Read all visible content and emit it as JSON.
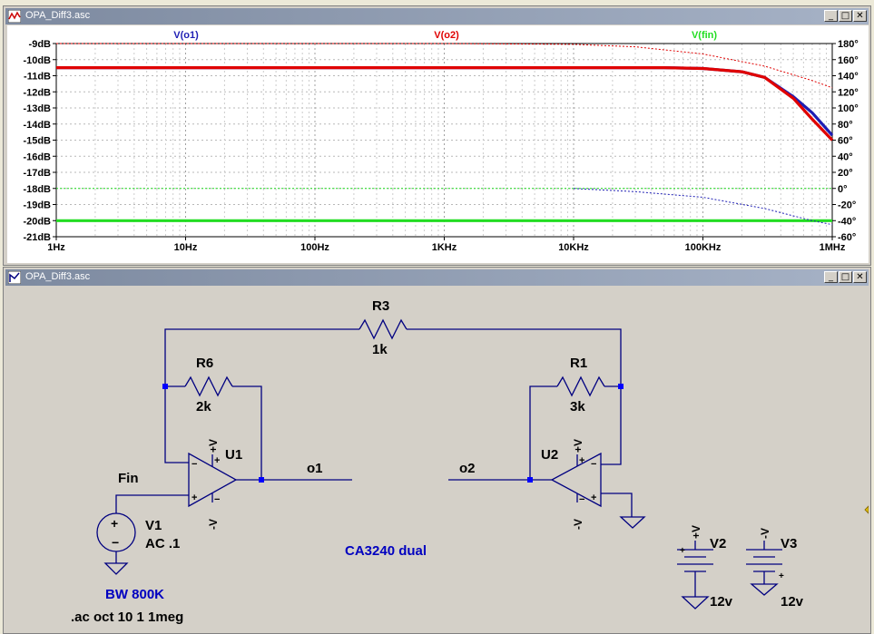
{
  "plot_window": {
    "title": "OPA_Diff3.asc",
    "controls": {
      "minimize": "_",
      "maximize": "□",
      "close": "✕"
    }
  },
  "schematic_window": {
    "title": "OPA_Diff3.asc",
    "controls": {
      "minimize": "_",
      "maximize": "□",
      "close": "✕"
    }
  },
  "chart_data": {
    "type": "line",
    "x_scale": "log",
    "xlim": [
      1,
      1000000
    ],
    "x_ticks": [
      "1Hz",
      "10Hz",
      "100Hz",
      "1KHz",
      "10KHz",
      "100KHz",
      "1MHz"
    ],
    "y_left_ticks": [
      "-9dB",
      "-10dB",
      "-11dB",
      "-12dB",
      "-13dB",
      "-14dB",
      "-15dB",
      "-16dB",
      "-17dB",
      "-18dB",
      "-19dB",
      "-20dB",
      "-21dB"
    ],
    "y_right_ticks": [
      "180°",
      "160°",
      "140°",
      "120°",
      "100°",
      "80°",
      "60°",
      "40°",
      "20°",
      "0°",
      "-20°",
      "-40°",
      "-60°"
    ],
    "ylim_left": [
      -21,
      -9
    ],
    "ylim_right": [
      -60,
      180
    ],
    "grid": true,
    "legend_placement": "top",
    "series": [
      {
        "name": "V(o1)",
        "color": "#1e1eb4",
        "x": [
          1,
          10,
          100,
          1000,
          10000,
          50000,
          100000,
          200000,
          300000,
          500000,
          700000,
          1000000
        ],
        "magnitude_db": [
          -10.5,
          -10.5,
          -10.5,
          -10.5,
          -10.5,
          -10.5,
          -10.55,
          -10.75,
          -11.1,
          -12.3,
          -13.3,
          -14.7
        ],
        "phase_x": [
          10000,
          30000,
          100000,
          300000,
          700000,
          1000000
        ],
        "phase_deg": [
          0,
          -4,
          -11,
          -25,
          -40,
          -45
        ]
      },
      {
        "name": "V(o2)",
        "color": "#e00000",
        "x": [
          1,
          10,
          100,
          1000,
          10000,
          50000,
          100000,
          200000,
          300000,
          500000,
          700000,
          1000000
        ],
        "magnitude_db": [
          -10.5,
          -10.5,
          -10.5,
          -10.5,
          -10.5,
          -10.5,
          -10.55,
          -10.75,
          -11.1,
          -12.4,
          -13.7,
          -15.0
        ],
        "phase_x": [
          1,
          1000,
          10000,
          30000,
          100000,
          300000,
          700000,
          1000000
        ],
        "phase_deg": [
          180,
          180,
          179,
          176,
          167,
          152,
          134,
          125
        ]
      },
      {
        "name": "V(fin)",
        "color": "#22dd22",
        "x": [
          1,
          1000000
        ],
        "magnitude_db": [
          -20,
          -20
        ],
        "phase_x": [
          1,
          1000000
        ],
        "phase_deg": [
          0,
          0
        ]
      }
    ]
  },
  "schematic": {
    "components": {
      "R3": {
        "name": "R3",
        "value": "1k"
      },
      "R6": {
        "name": "R6",
        "value": "2k"
      },
      "R1": {
        "name": "R1",
        "value": "3k"
      },
      "U1": {
        "name": "U1"
      },
      "U2": {
        "name": "U2"
      },
      "V1": {
        "name": "V1",
        "value": "AC .1"
      },
      "V2": {
        "name": "V2",
        "value": "12v"
      },
      "V3": {
        "name": "V3",
        "value": "12v"
      }
    },
    "nets": {
      "fin": "Fin",
      "o1": "o1",
      "o2": "o2"
    },
    "power_pins": {
      "pos": "+V",
      "neg": "-V"
    },
    "notes": {
      "dual": "CA3240 dual",
      "bw": "BW 800K",
      "ac": ".ac oct 10 1 1meg"
    },
    "colors": {
      "wire": "#000080",
      "text": "#000000",
      "note": "#0000c0",
      "node": "#0000ff"
    }
  }
}
